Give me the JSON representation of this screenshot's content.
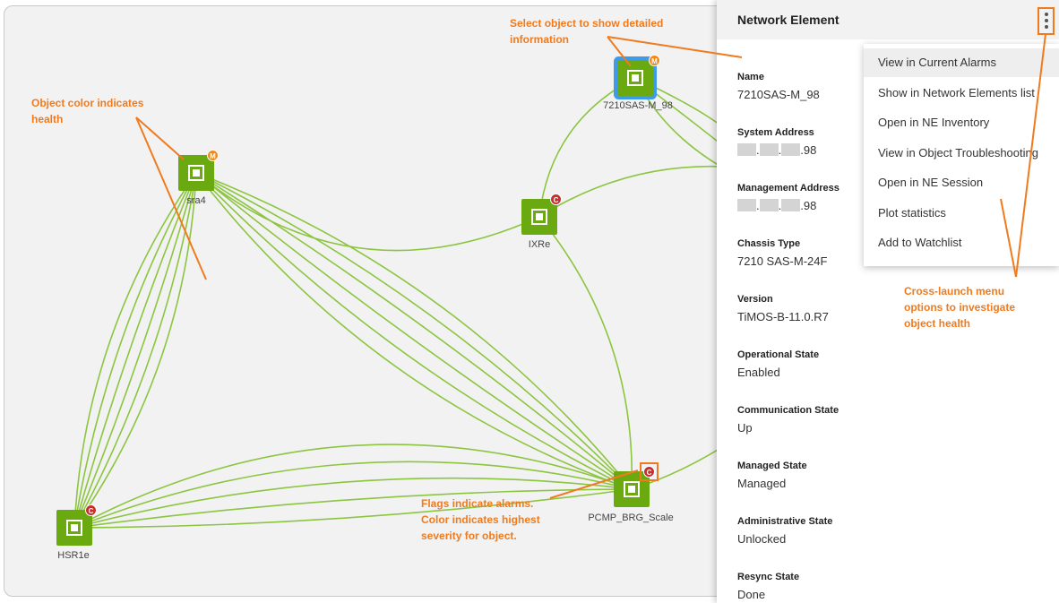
{
  "topology": {
    "nodes": [
      {
        "id": "sas98",
        "label": "7210SAS-M_98",
        "flag": "M",
        "flag_severity": "major",
        "selected": true
      },
      {
        "id": "sra4",
        "label": "sra4",
        "flag": "M",
        "flag_severity": "major"
      },
      {
        "id": "ixre",
        "label": "IXRe",
        "flag": "C",
        "flag_severity": "critical"
      },
      {
        "id": "pcmp",
        "label": "PCMP_BRG_Scale",
        "flag": "C",
        "flag_severity": "critical"
      },
      {
        "id": "hsr1e",
        "label": "HSR1e",
        "flag": "C",
        "flag_severity": "critical"
      }
    ],
    "colors": {
      "node_ok": "#6aaa10",
      "link": "#8cc540",
      "major": "#ef8a1a",
      "critical": "#c9302c",
      "selected": "#3d9be9",
      "annotation": "#f07b1e"
    }
  },
  "annotations": {
    "select": "Select object to show detailed\ninformation",
    "color": "Object color indicates\nhealth",
    "flags": "Flags indicate alarms.\nColor indicates highest\nseverity for object.",
    "menu": "Cross-launch menu\noptions to investigate\nobject health"
  },
  "panel": {
    "title": "Network Element",
    "kebab_icon": "more-vertical-icon",
    "fields": {
      "name": {
        "label": "Name",
        "value": "7210SAS-M_98"
      },
      "system_address": {
        "label": "System Address",
        "value_suffix": ".98"
      },
      "management_address": {
        "label": "Management Address",
        "value_suffix": ".98"
      },
      "chassis_type": {
        "label": "Chassis Type",
        "value": "7210 SAS-M-24F"
      },
      "version": {
        "label": "Version",
        "value": "TiMOS-B-11.0.R7"
      },
      "operational_state": {
        "label": "Operational State",
        "value": "Enabled"
      },
      "communication_state": {
        "label": "Communication State",
        "value": "Up"
      },
      "managed_state": {
        "label": "Managed State",
        "value": "Managed"
      },
      "administrative_state": {
        "label": "Administrative State",
        "value": "Unlocked"
      },
      "resync_state": {
        "label": "Resync State",
        "value": "Done"
      }
    }
  },
  "menu": {
    "items": [
      "View in Current Alarms",
      "Show in Network Elements list",
      "Open in NE Inventory",
      "View in Object Troubleshooting",
      "Open in NE Session",
      "Plot statistics",
      "Add to Watchlist"
    ]
  }
}
